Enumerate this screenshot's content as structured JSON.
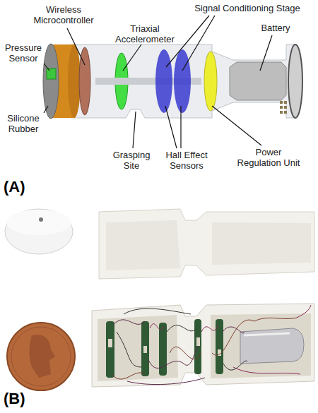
{
  "diagram": {
    "labels": [
      "Wireless Microcontroller",
      "Signal Conditioning Stage",
      "Triaxial Accelerometer",
      "Battery",
      "Pressure Sensor",
      "Silicone Rubber",
      "Grasping Site",
      "Hall Effect Sensors",
      "Power Regulation Unit",
      "(A)",
      "(B)"
    ]
  }
}
